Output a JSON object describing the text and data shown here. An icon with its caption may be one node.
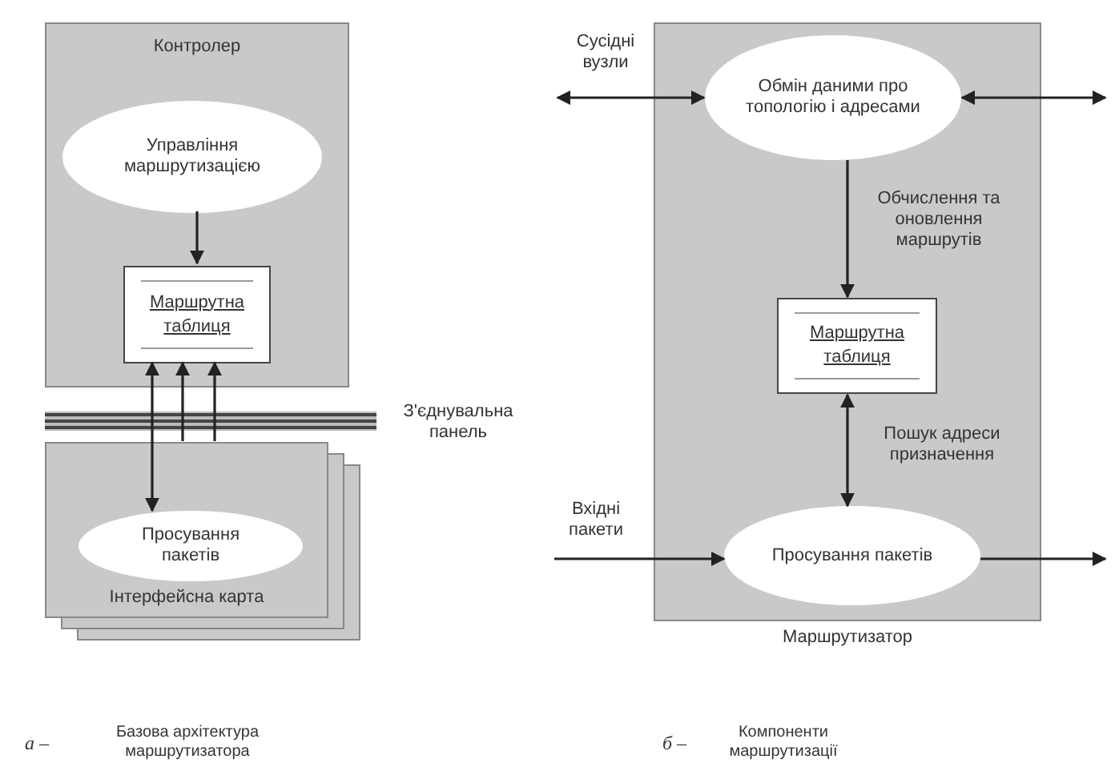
{
  "diagram": {
    "nodes": [
      {
        "text": [
          "Контролер"
        ]
      },
      {
        "text": [
          "Управління маршрутизацією"
        ],
        "in": 0
      },
      {
        "text": [
          "Маршрутна таблиця"
        ],
        "in": 0
      },
      {
        "text": [
          "Інтерфейсна карта"
        ]
      },
      {
        "text": [
          "Просування пакетів"
        ],
        "in": 3
      },
      {
        "text": [
          "З'єднувальна панель"
        ]
      },
      {
        "text": [
          "Маршрутизатор"
        ]
      },
      {
        "text": [
          "Обмін даними про топологію і адресами"
        ],
        "in": 6
      },
      {
        "text": [
          "Маршрутна таблиця"
        ],
        "in": 6
      },
      {
        "text": [
          "Просування пакетів"
        ],
        "in": 6
      }
    ],
    "edges": [
      {
        "from": 1,
        "to": 2,
        "arrow": "to"
      },
      {
        "from": 4,
        "to": 2,
        "arrow": "both"
      },
      {
        "from": 3,
        "to": 2,
        "arrow": "to"
      },
      {
        "from": 3,
        "to": 2,
        "arrow": "to"
      },
      {
        "from": null,
        "to": 7,
        "arrow": "both",
        "label": "Сусідні вузли"
      },
      {
        "from": 7,
        "to": null,
        "arrow": "both"
      },
      {
        "from": 7,
        "to": 8,
        "arrow": "to",
        "label": "Обчислення та оновлення маршрутів"
      },
      {
        "from": 8,
        "to": 9,
        "arrow": "both",
        "label": "Пошук адреси призначення"
      },
      {
        "from": null,
        "to": 9,
        "arrow": "to",
        "label": "Вхідні пакети"
      },
      {
        "from": 9,
        "to": null,
        "arrow": "to"
      }
    ],
    "labels": [
      "а –",
      "Базова архітектура маршрутизатора",
      "б –",
      "Компоненти маршрутизації"
    ]
  }
}
